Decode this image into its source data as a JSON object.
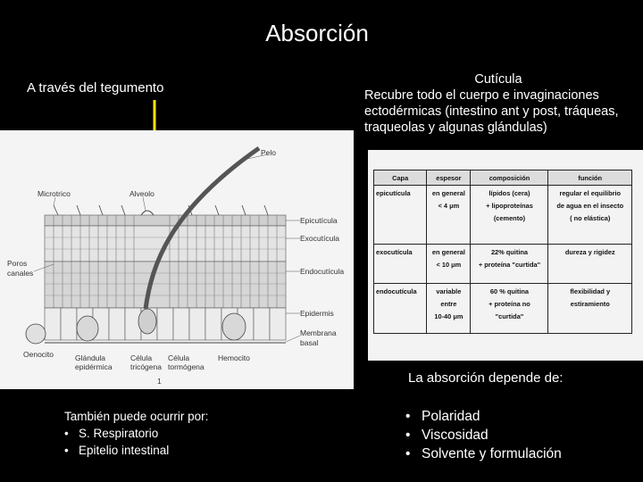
{
  "slide": {
    "title": "Absorción",
    "left_heading": "A través del tegumento",
    "cuticle": {
      "title": "Cutícula",
      "description": "Recubre todo el cuerpo e invaginaciones ectodérmicas (intestino ant y post, tráqueas, traqueolas y algunas glándulas)"
    },
    "diagram_labels": {
      "pelo": "Pelo",
      "microtrico": "Microtrico",
      "alveolo": "Alveolo",
      "epicuticula": "Epicutícula",
      "exocuticula": "Exocutícula",
      "poros_1": "Poros",
      "poros_2": "canales",
      "endocuticula": "Endocutícula",
      "epidermis": "Epidermis",
      "membrana_1": "Membrana",
      "membrana_2": "basal",
      "oenocito": "Oenocito",
      "glandula_1": "Glándula",
      "glandula_2": "epidérmica",
      "celula_trico_1": "Célula",
      "celula_trico_2": "tricógena",
      "celula_tormo_1": "Célula",
      "celula_tormo_2": "tormógena",
      "hemocito": "Hemocito",
      "page_num": "1"
    },
    "table": {
      "headers": [
        "Capa",
        "espesor",
        "composición",
        "función"
      ],
      "rows": [
        [
          "epicutícula",
          "en general\n< 4 μm",
          "lípidos (cera)\n+ lipoproteínas\n(cemento)",
          "regular el equilibrio\nde agua en el insecto\n( no elástica)"
        ],
        [
          "exocutícula",
          "en general\n< 10 μm",
          "22% quitina\n+ proteína \"curtida\"",
          "dureza y rigidez"
        ],
        [
          "endocutícula",
          "variable\nentre\n10-40 μm",
          "60 % quitina\n+ proteína no\n\"curtida\"",
          "flexibilidad y\nestiramiento"
        ]
      ]
    },
    "depends": {
      "heading": "La absorción depende de:",
      "items": [
        "Polaridad",
        "Viscosidad",
        "Solvente y formulación"
      ]
    },
    "also": {
      "heading": "También puede ocurrir por:",
      "items": [
        "S. Respiratorio",
        "Epitelio intestinal"
      ]
    },
    "colors": {
      "background": "#000000",
      "text": "#ffffff",
      "arrow": "#ffe600"
    }
  }
}
